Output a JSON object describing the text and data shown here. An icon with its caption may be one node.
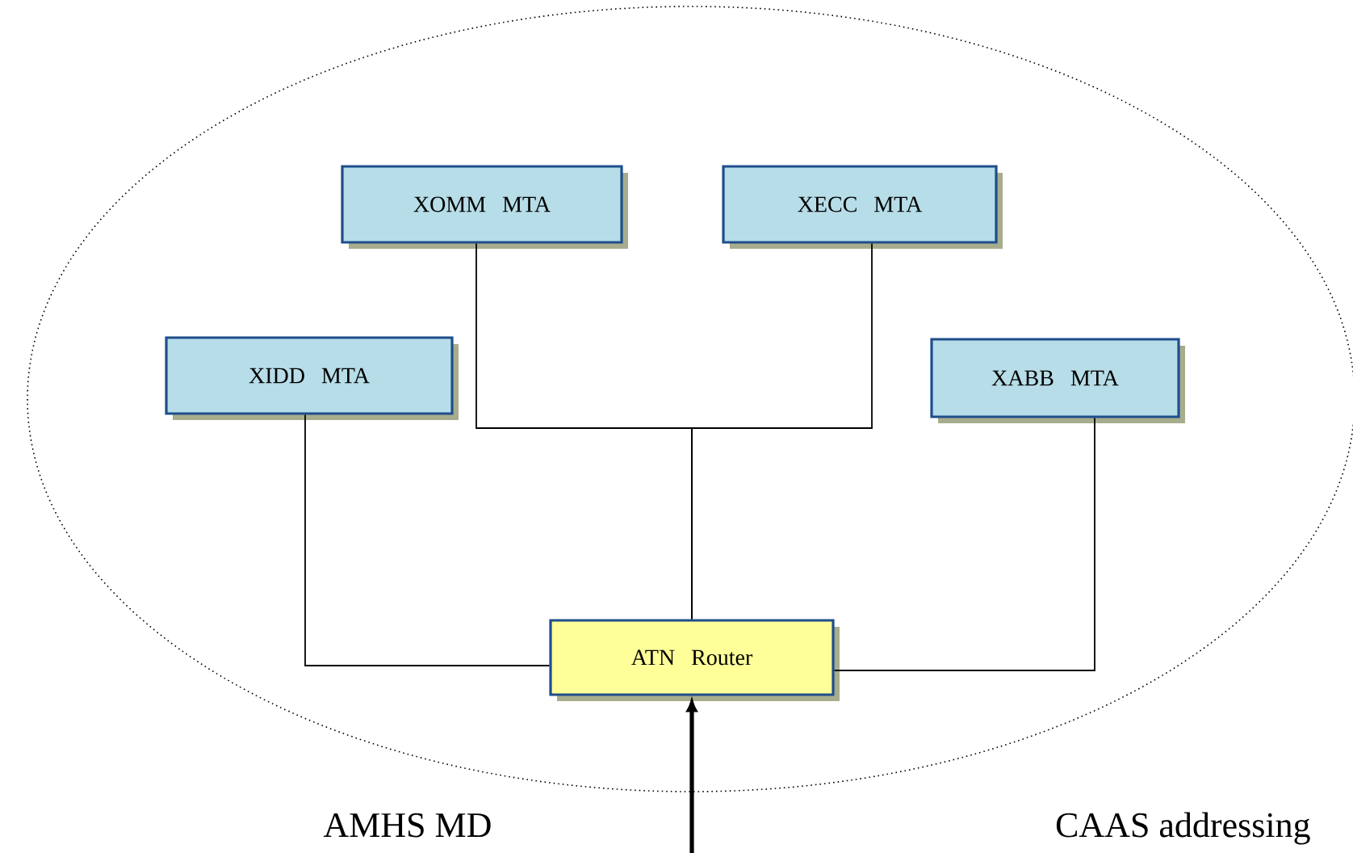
{
  "diagram": {
    "nodes": [
      {
        "text": [],
        "shape": "ellipse"
      },
      {
        "text": [
          "XOMM MTA"
        ],
        "in": 0
      },
      {
        "text": [
          "XECC MTA"
        ],
        "in": 0
      },
      {
        "text": [
          "XIDD MTA"
        ],
        "in": 0
      },
      {
        "text": [
          "XABB MTA"
        ],
        "in": 0
      },
      {
        "text": [
          "ATN Router"
        ],
        "in": 0
      }
    ],
    "edges": [
      {
        "from": 1,
        "to": 5,
        "arrow": "none"
      },
      {
        "from": 2,
        "to": 5,
        "arrow": "none"
      },
      {
        "from": 3,
        "to": 5,
        "arrow": "none"
      },
      {
        "from": 4,
        "to": 5,
        "arrow": "none"
      },
      {
        "from": null,
        "to": 5,
        "arrow": "to",
        "style": "thick"
      }
    ],
    "labels": [
      "AMHS MD",
      "CAAS addressing"
    ]
  }
}
